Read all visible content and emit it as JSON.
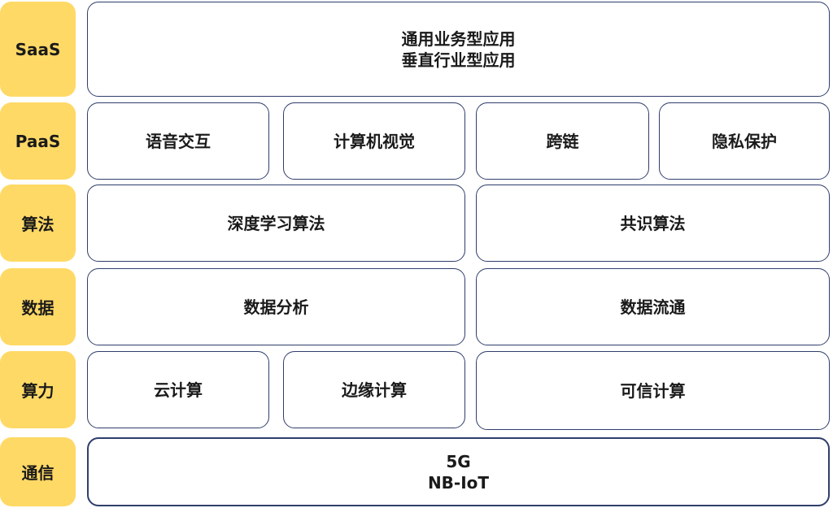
{
  "layers": {
    "saas": {
      "label": "SaaS",
      "items": [
        "通用业务型应用",
        "垂直行业型应用"
      ]
    },
    "paas": {
      "label": "PaaS",
      "items": [
        "语音交互",
        "计算机视觉",
        "跨链",
        "隐私保护"
      ]
    },
    "algo": {
      "label": "算法",
      "items": [
        "深度学习算法",
        "共识算法"
      ]
    },
    "data": {
      "label": "数据",
      "items": [
        "数据分析",
        "数据流通"
      ]
    },
    "compute": {
      "label": "算力",
      "items": [
        "云计算",
        "边缘计算",
        "可信计算"
      ]
    },
    "comm": {
      "label": "通信",
      "items": [
        "5G",
        "NB-IoT"
      ]
    }
  },
  "colors": {
    "label_bg": "#ffd966",
    "border": "#2f3e6b"
  }
}
